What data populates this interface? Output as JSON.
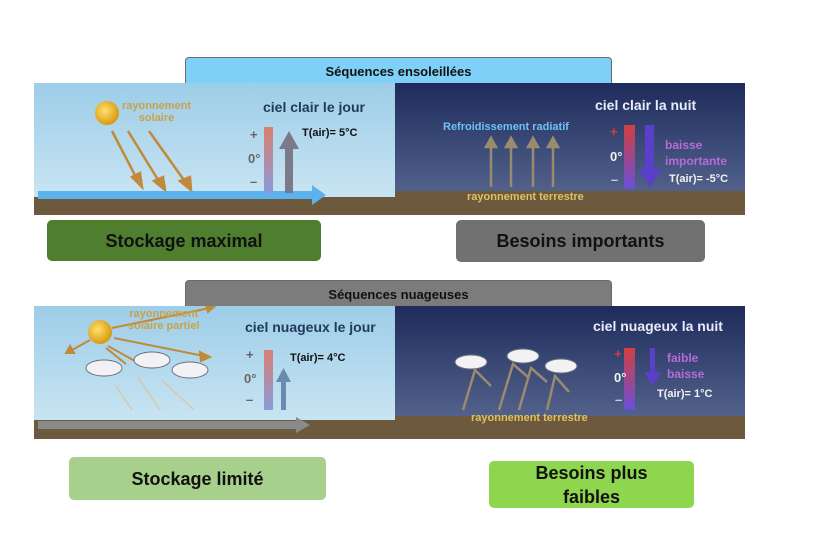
{
  "sunny": {
    "header": "Séquences ensoleillées",
    "day": {
      "title": "ciel clair le jour",
      "label": "rayonnement\nsolaire",
      "label_line1": "rayonnement",
      "label_line2": "solaire",
      "temp": "T(air)= 5°C",
      "scale_plus": "+",
      "scale_zero": "0°",
      "scale_minus": "–"
    },
    "night": {
      "title": "ciel clair la nuit",
      "cooling": "Refroidissement  radiatif",
      "ground_label": "rayonnement  terrestre",
      "change_line1": "baisse",
      "change_line2": "importante",
      "temp": "T(air)= -5°C",
      "scale_plus": "+",
      "scale_zero": "0°",
      "scale_minus": "–"
    },
    "result_day": "Stockage maximal",
    "result_night": "Besoins importants"
  },
  "cloudy": {
    "header": "Séquences nuageuses",
    "day": {
      "title": "ciel nuageux le jour",
      "label_line1": "rayonnement",
      "label_line2": "solaire partiel",
      "temp": "T(air)= 4°C",
      "scale_plus": "+",
      "scale_zero": "0°",
      "scale_minus": "–"
    },
    "night": {
      "title": "ciel nuageux la nuit",
      "ground_label": "rayonnement  terrestre",
      "change_line1": "faible",
      "change_line2": "baisse",
      "temp": "T(air)= 1°C",
      "scale_plus": "+",
      "scale_zero": "0°",
      "scale_minus": "–"
    },
    "result_day": "Stockage limité",
    "result_night_line1": "Besoins plus",
    "result_night_line2": "faibles"
  },
  "colors": {
    "sunny_header": "#7fd0f8",
    "cloudy_header": "#7c7c7c",
    "stockage_maximal": "#4e7e2e",
    "besoins_importants": "#717171",
    "stockage_limite": "#a8d08d",
    "besoins_faibles": "#8ed64e"
  }
}
